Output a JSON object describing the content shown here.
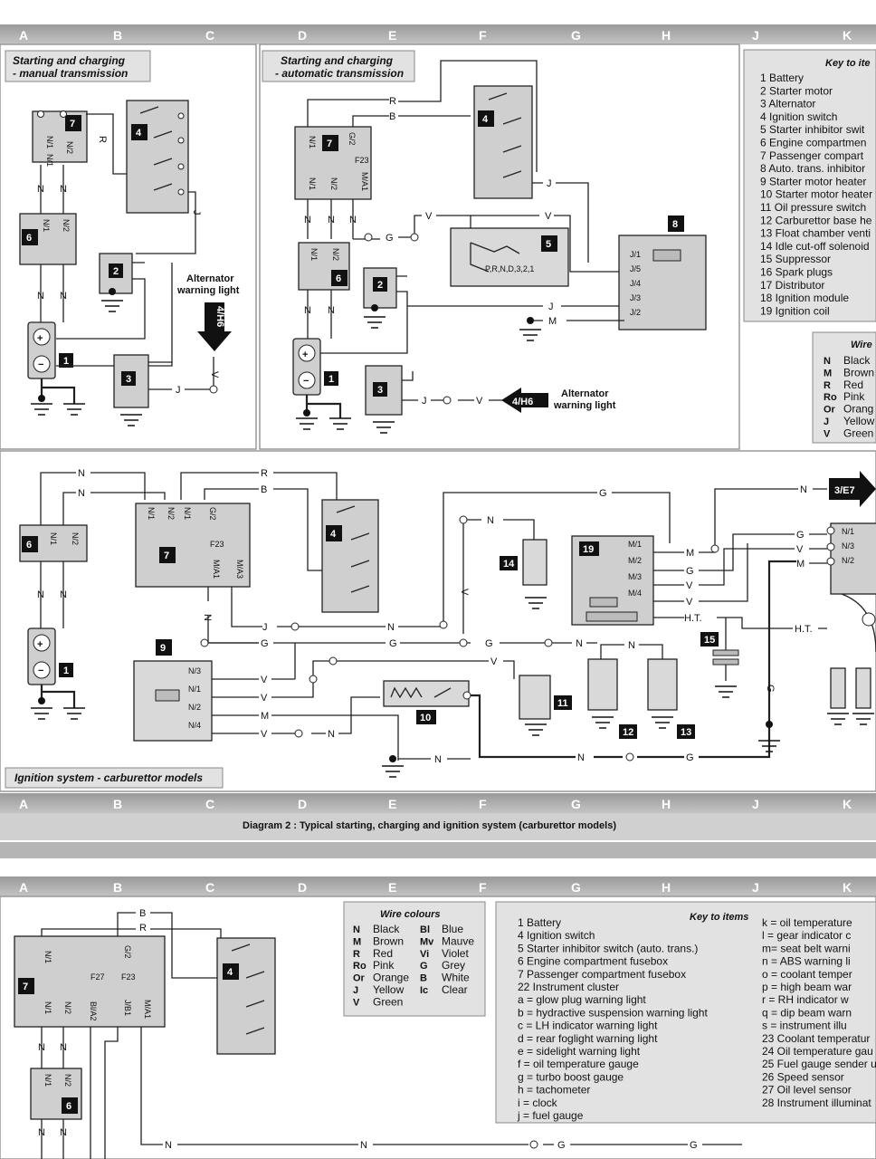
{
  "grid_letters": [
    "A",
    "B",
    "C",
    "D",
    "E",
    "F",
    "G",
    "H",
    "J",
    "K"
  ],
  "top_section": {
    "manual_title_1": "Starting and charging",
    "manual_title_2": "- manual transmission",
    "auto_title_1": "Starting and charging",
    "auto_title_2": "- automatic transmission",
    "alt_warning_1": "Alternator",
    "alt_warning_2": "warning light",
    "ref_4h6": "4/H6",
    "selector_positions": "P,R,N,D,3,2,1",
    "key_title": "Key to ite",
    "key_items": [
      "1  Battery",
      "2  Starter motor",
      "3  Alternator",
      "4  Ignition switch",
      "5  Starter inhibitor swit",
      "6  Engine compartmen",
      "7  Passenger compart",
      "8  Auto. trans. inhibitor",
      "9  Starter motor heater",
      "10 Starter motor heater",
      "11 Oil pressure switch",
      "12 Carburettor base he",
      "13 Float chamber venti",
      "14 Idle cut-off solenoid",
      "15 Suppressor",
      "16 Spark plugs",
      "17 Distributor",
      "18 Ignition module",
      "19 Ignition coil"
    ],
    "wire_title": "Wire",
    "wire_items": [
      {
        "code": "N",
        "name": "Black"
      },
      {
        "code": "M",
        "name": "Brown"
      },
      {
        "code": "R",
        "name": "Red"
      },
      {
        "code": "Ro",
        "name": "Pink"
      },
      {
        "code": "Or",
        "name": "Orang"
      },
      {
        "code": "J",
        "name": "Yellow"
      },
      {
        "code": "V",
        "name": "Green"
      }
    ]
  },
  "middle_section": {
    "title": "Ignition system - carburettor models",
    "ref_3e7": "3/E7",
    "ht": "H.T."
  },
  "caption": "Diagram 2 : Typical starting, charging and ignition system (carburettor models)",
  "bottom_section": {
    "wire_title": "Wire colours",
    "wire_col1": [
      {
        "code": "N",
        "name": "Black"
      },
      {
        "code": "M",
        "name": "Brown"
      },
      {
        "code": "R",
        "name": "Red"
      },
      {
        "code": "Ro",
        "name": "Pink"
      },
      {
        "code": "Or",
        "name": "Orange"
      },
      {
        "code": "J",
        "name": "Yellow"
      },
      {
        "code": "V",
        "name": "Green"
      }
    ],
    "wire_col2": [
      {
        "code": "Bl",
        "name": "Blue"
      },
      {
        "code": "Mv",
        "name": "Mauve"
      },
      {
        "code": "Vi",
        "name": "Violet"
      },
      {
        "code": "G",
        "name": "Grey"
      },
      {
        "code": "B",
        "name": "White"
      },
      {
        "code": "Ic",
        "name": "Clear"
      }
    ],
    "key_title": "Key to items",
    "key_col1": [
      "1   Battery",
      "4   Ignition switch",
      "5   Starter inhibitor switch (auto. trans.)",
      "6   Engine compartment fusebox",
      "7   Passenger compartment fusebox",
      "22 Instrument cluster",
      "      a  =  glow plug warning light",
      "      b  =  hydractive suspension warning light",
      "      c  =  LH indicator warning light",
      "      d  =  rear foglight warning light",
      "      e  =  sidelight warning light",
      "      f  =  oil temperature gauge",
      "      g  =  turbo boost gauge",
      "      h  =  tachometer",
      "      i  =  clock",
      "      j  =  fuel gauge"
    ],
    "key_col2": [
      "k  =  oil temperature",
      "l  =  gear indicator c",
      "m=  seat belt warni",
      "n  =  ABS warning li",
      "o  =  coolant temper",
      "p  =  high beam war",
      "r  =  RH indicator w",
      "q  =  dip beam warn",
      "s  =  instrument illu",
      "23 Coolant temperatur",
      "24 Oil temperature gau",
      "25 Fuel gauge sender u",
      "26 Speed sensor",
      "27 Oil level sensor",
      "28 Instrument illuminat"
    ]
  }
}
